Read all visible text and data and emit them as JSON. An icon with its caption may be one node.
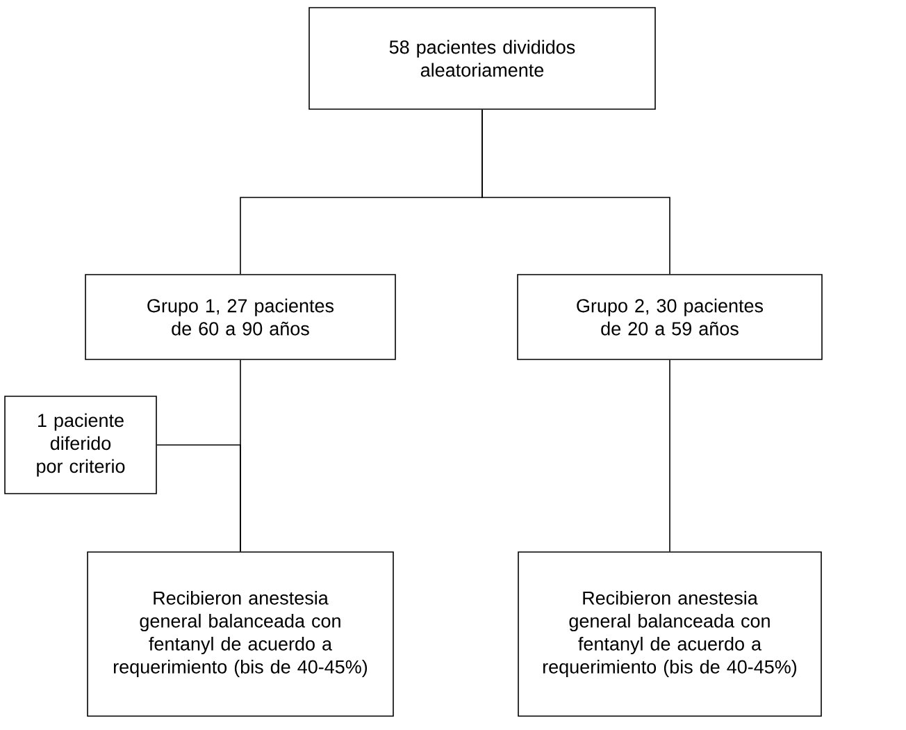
{
  "diagram": {
    "nodes": [
      {
        "text": [
          "58 pacientes divididos aleatoriamente"
        ]
      },
      {
        "text": [
          "Grupo 1, 27 pacientes de 60 a 90 años"
        ]
      },
      {
        "text": [
          "Grupo 2, 30 pacientes de 20 a 59 años"
        ]
      },
      {
        "text": [
          "1 paciente diferido por criterio"
        ]
      },
      {
        "text": [
          "Recibieron anestesia general balanceada con fentanyl de acuerdo a requerimiento (bis de 40-45%)"
        ]
      },
      {
        "text": [
          "Recibieron anestesia general balanceada con fentanyl de acuerdo a requerimiento (bis de 40-45%)"
        ]
      }
    ],
    "edges": [
      {
        "from": 0,
        "to": 1,
        "arrow": "none"
      },
      {
        "from": 0,
        "to": 2,
        "arrow": "none"
      },
      {
        "from": 1,
        "to": 4,
        "arrow": "none"
      },
      {
        "from": 3,
        "to": 4,
        "arrow": "none"
      },
      {
        "from": 2,
        "to": 5,
        "arrow": "none"
      }
    ]
  }
}
